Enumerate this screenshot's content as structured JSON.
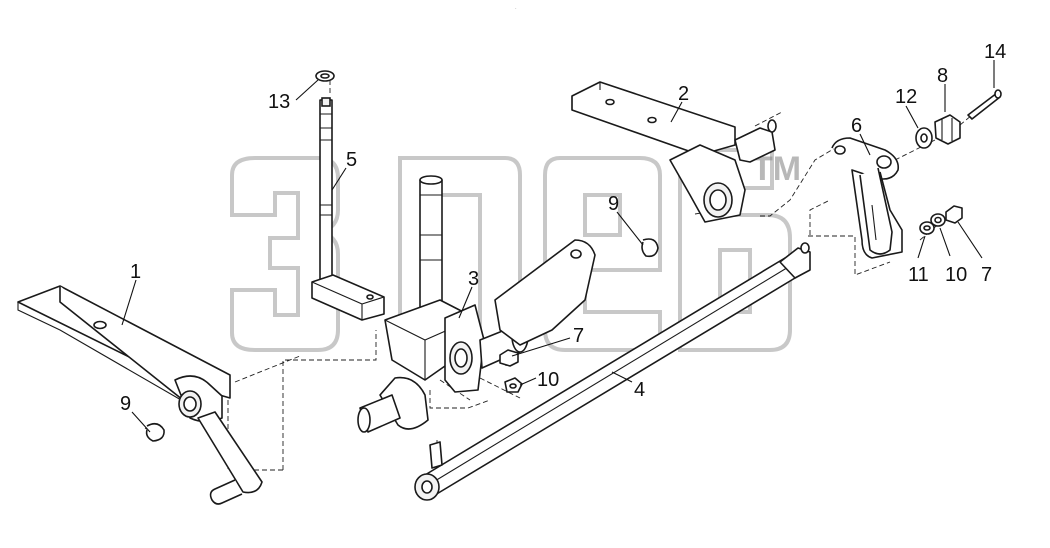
{
  "watermark": {
    "trademark": "TM"
  },
  "callouts": [
    {
      "id": "c1",
      "label": "1"
    },
    {
      "id": "c2",
      "label": "2"
    },
    {
      "id": "c3",
      "label": "3"
    },
    {
      "id": "c4",
      "label": "4"
    },
    {
      "id": "c5",
      "label": "5"
    },
    {
      "id": "c6",
      "label": "6"
    },
    {
      "id": "c7a",
      "label": "7"
    },
    {
      "id": "c7b",
      "label": "7"
    },
    {
      "id": "c8",
      "label": "8"
    },
    {
      "id": "c9a",
      "label": "9"
    },
    {
      "id": "c9b",
      "label": "9"
    },
    {
      "id": "c10a",
      "label": "10"
    },
    {
      "id": "c10b",
      "label": "10"
    },
    {
      "id": "c11",
      "label": "11"
    },
    {
      "id": "c12",
      "label": "12"
    },
    {
      "id": "c13",
      "label": "13"
    },
    {
      "id": "c14",
      "label": "14"
    }
  ]
}
